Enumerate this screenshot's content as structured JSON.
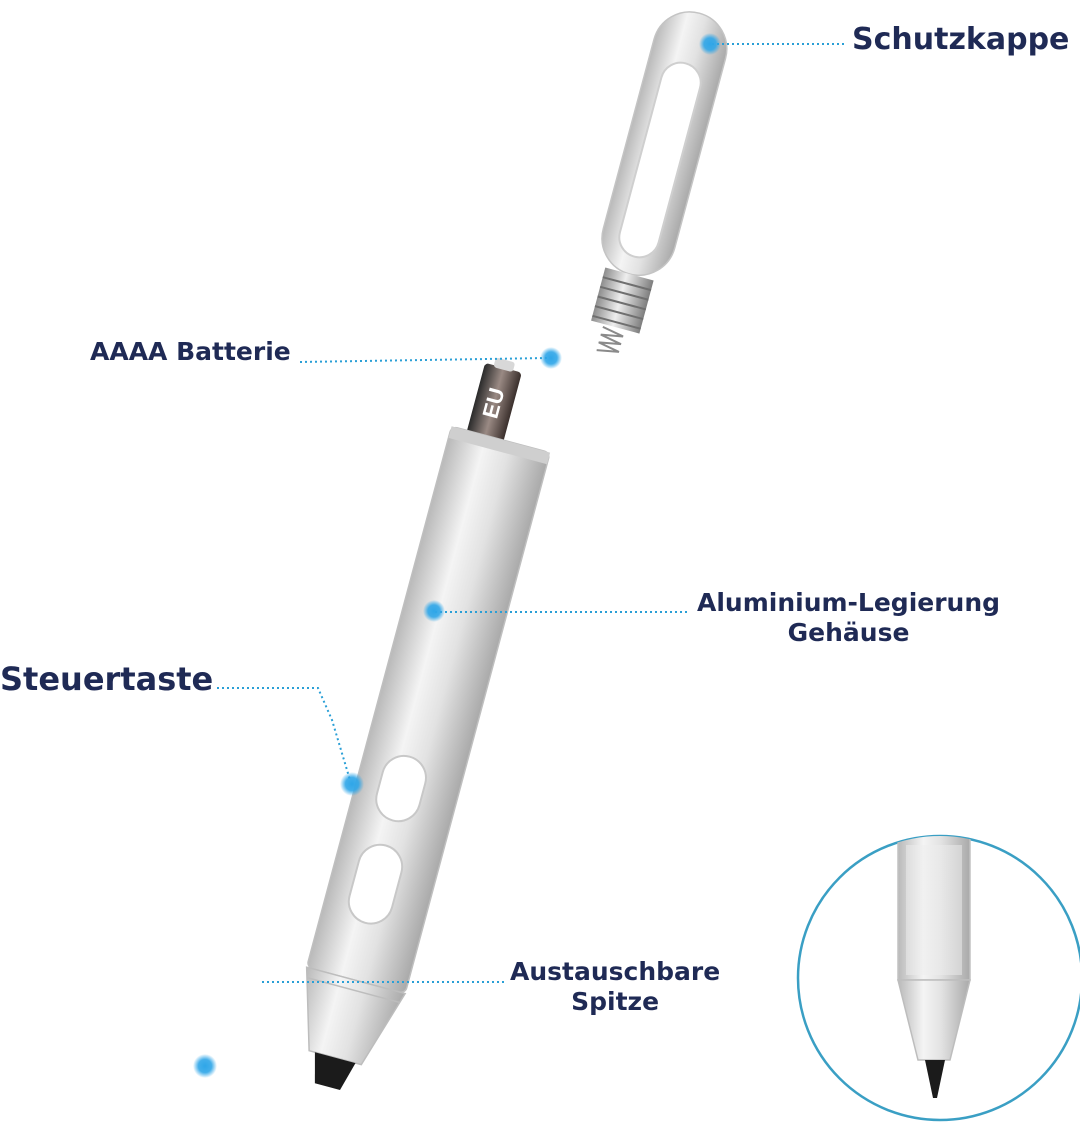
{
  "labels": {
    "protective_cap": "Schutzkappe",
    "battery": "AAAA Batterie",
    "housing_line1": "Aluminium-Legierung",
    "housing_line2": "Gehäuse",
    "control_button": "Steuertaste",
    "tip_line1": "Austauschbare",
    "tip_line2": "Spitze"
  },
  "battery_print": "EU",
  "colors": {
    "label_text": "#1f2a55",
    "callout_line": "#2a9fd6",
    "callout_dot": "#2fa6e8",
    "pen_body": "#dcdcdc",
    "zoom_circle": "#3a9fc4",
    "tip": "#1b1b1b"
  },
  "icons": [
    "stylus-pen-icon",
    "battery-icon",
    "spring-icon",
    "callout-dot-icon",
    "zoom-circle-icon"
  ]
}
